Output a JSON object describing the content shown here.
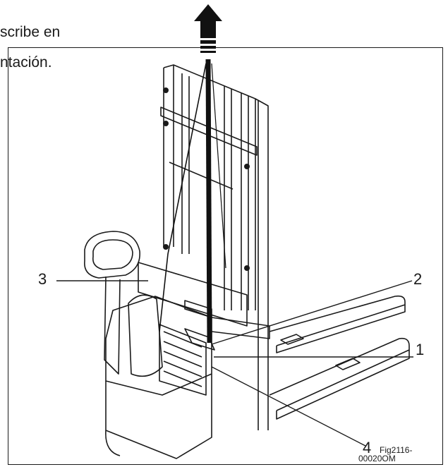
{
  "text": {
    "line1": "scribe en",
    "line2": "ntación."
  },
  "callouts": {
    "c1": "1",
    "c2": "2",
    "c3": "3",
    "c4": "4"
  },
  "figure_id": {
    "part1": "Fig2116-",
    "part2": "00020OM"
  },
  "colors": {
    "ink": "#1a1a1a",
    "arrow": "#111111"
  },
  "icons": {
    "lift_direction": "up-arrow-icon"
  }
}
